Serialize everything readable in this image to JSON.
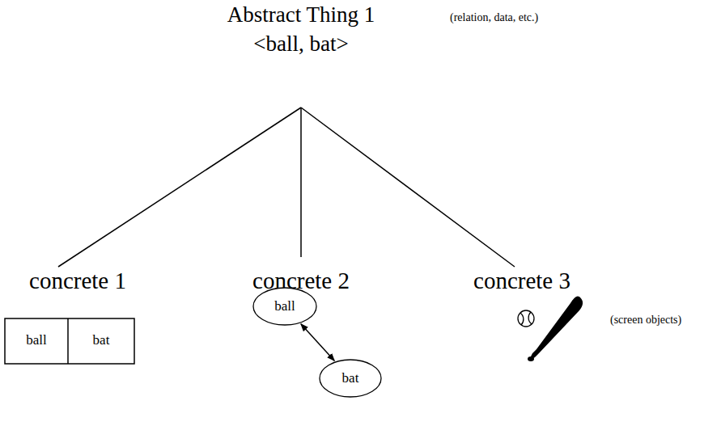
{
  "diagram": {
    "nodes": [
      {
        "text": [
          "ball"
        ]
      },
      {
        "text": [
          "bat"
        ]
      }
    ],
    "edges": [
      {
        "from": 0,
        "to": 1,
        "arrow": "both"
      }
    ],
    "labels": [
      "Abstract Thing 1",
      "<ball, bat>",
      "(relation, data, etc.)",
      "concrete 1",
      "concrete 2",
      "concrete 3",
      "ball",
      "bat",
      "(screen objects)"
    ]
  }
}
